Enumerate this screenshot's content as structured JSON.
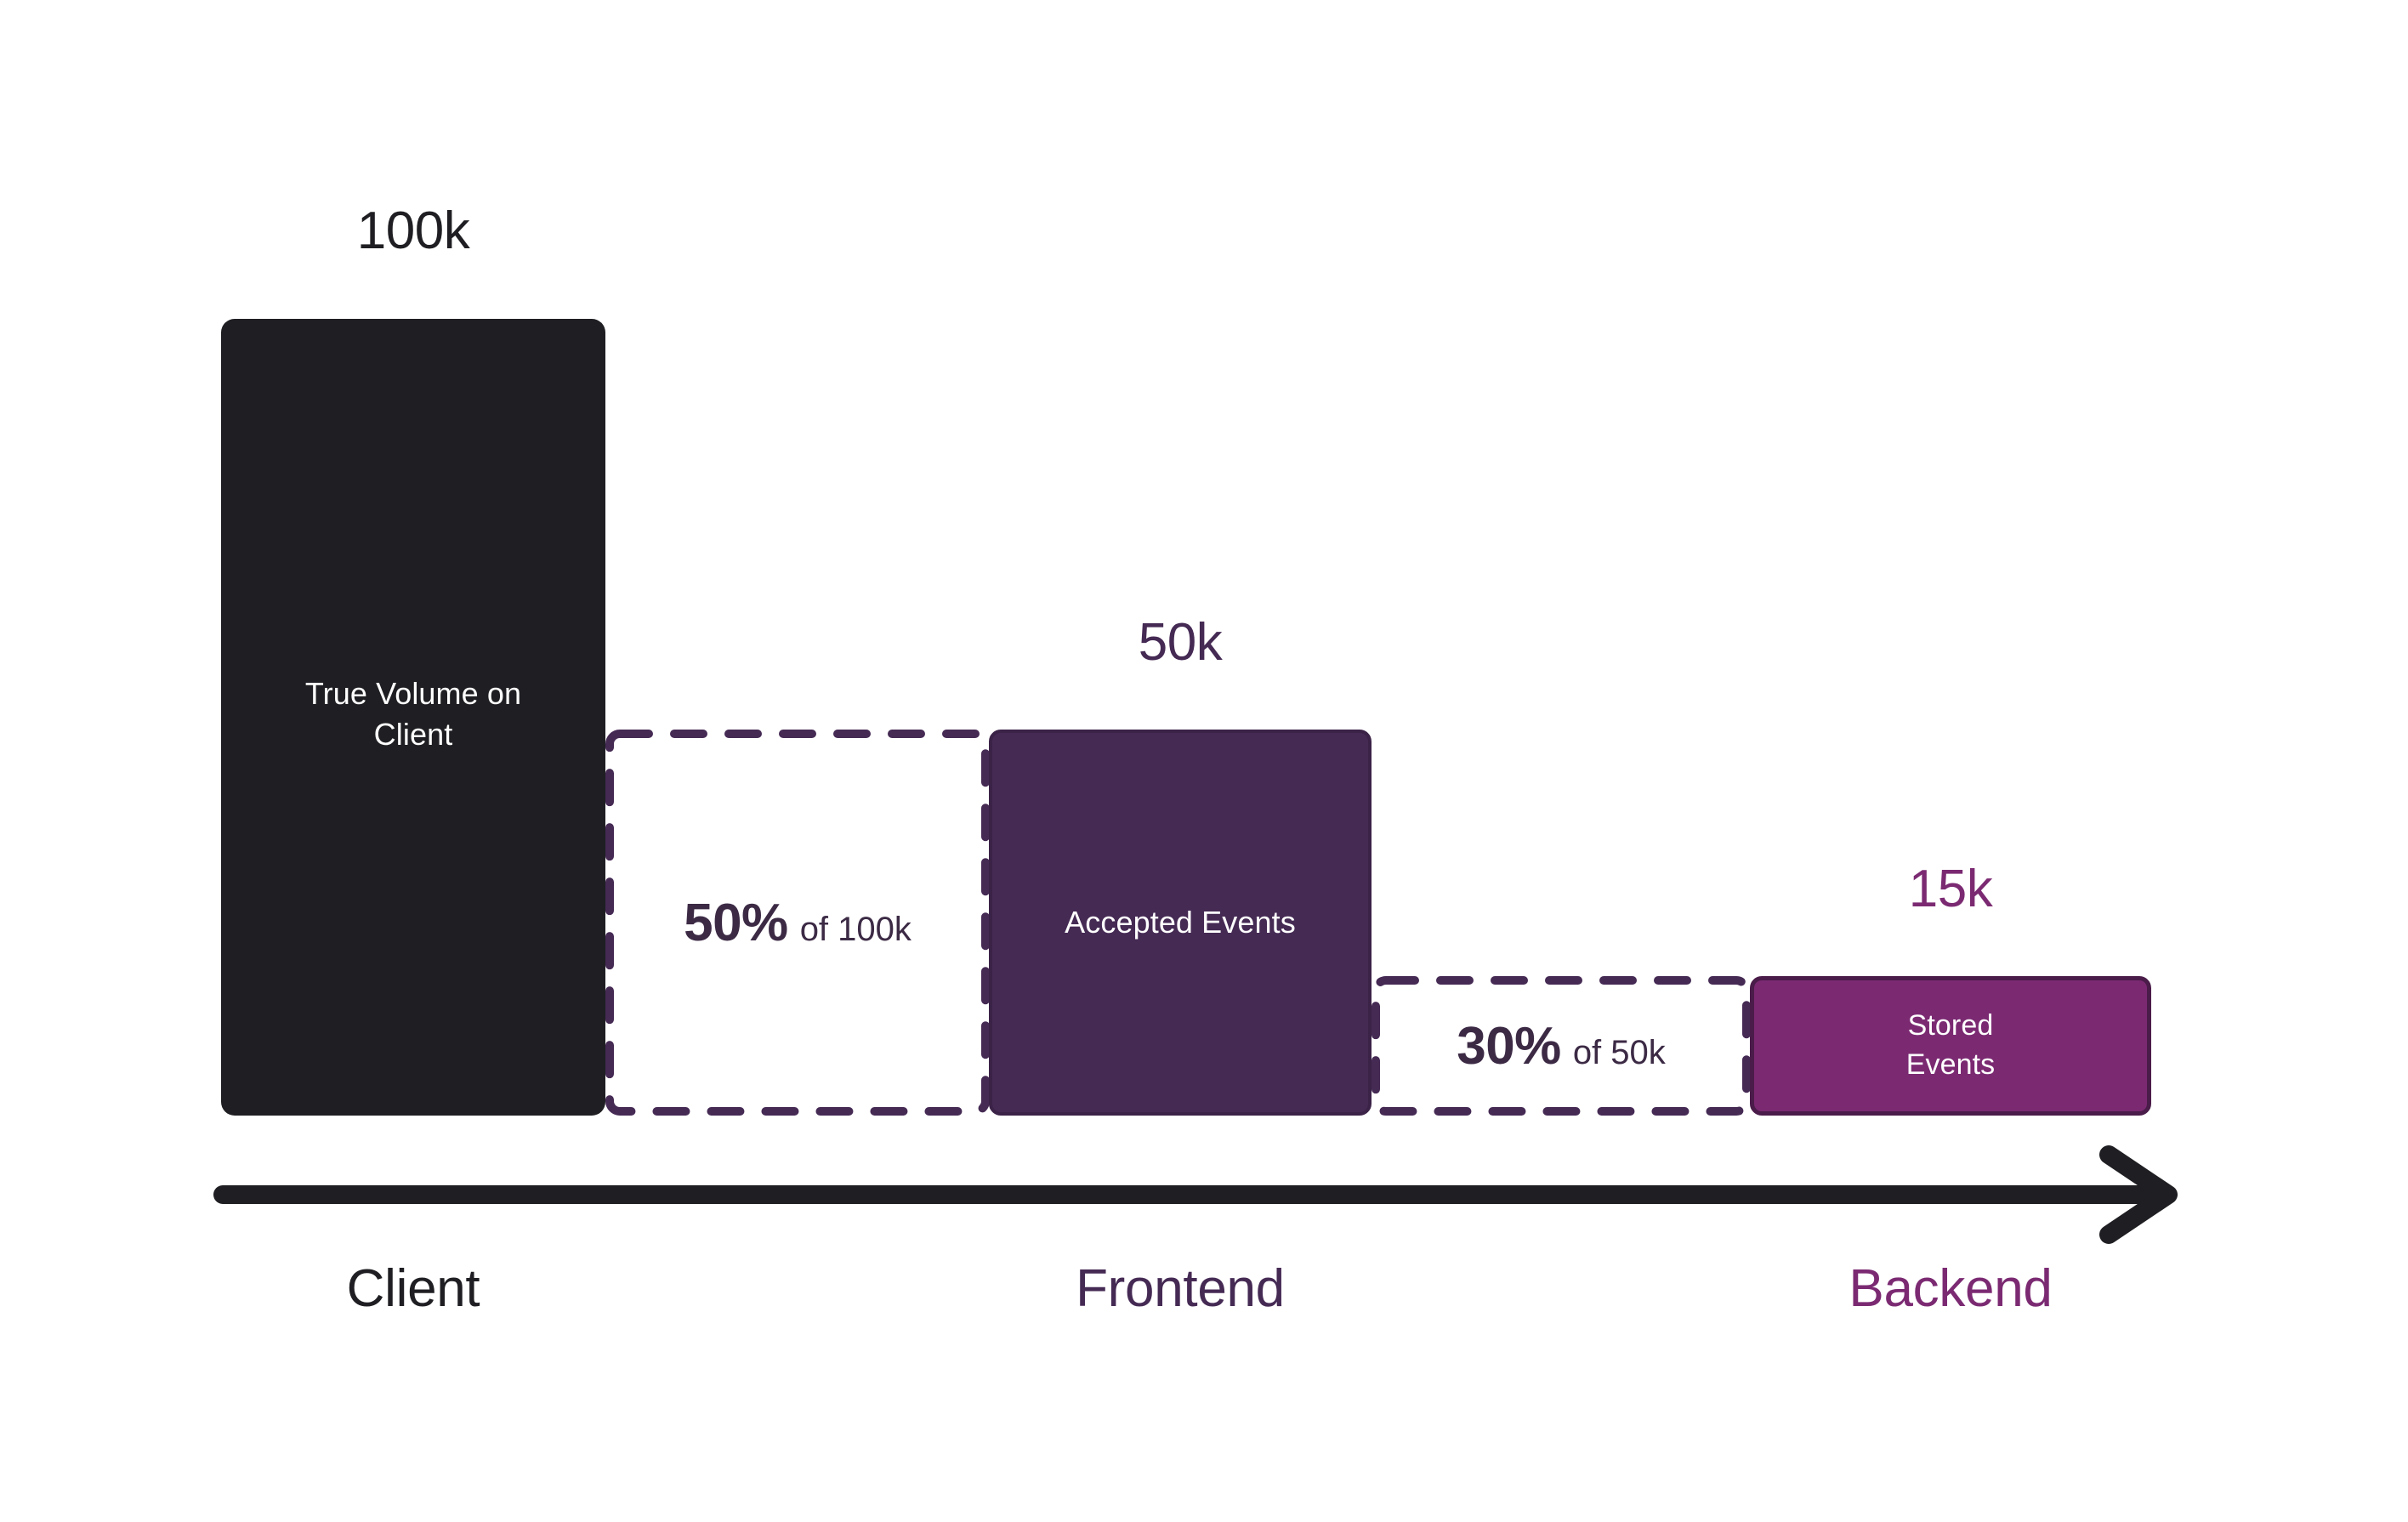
{
  "chart_data": {
    "type": "bar",
    "title": "",
    "subtitle": "",
    "xlabel": "",
    "ylabel": "",
    "grid": false,
    "legend": "none",
    "orientation": "vertical",
    "description": "Funnel showing event volume shrinking across Client, Frontend and Backend stages with drop-off percentages between bars.",
    "categories": [
      "Client",
      "Frontend",
      "Backend"
    ],
    "series": [
      {
        "name": "Event volume",
        "values": [
          100000,
          50000,
          15000
        ],
        "value_labels": [
          "100k",
          "50k",
          "15k"
        ],
        "bar_labels": [
          "True Volume on\nClient",
          "Accepted Events",
          "Stored\nEvents"
        ],
        "colors": [
          "#1F1F23",
          "#452A54",
          "#7B2A72"
        ]
      }
    ],
    "dropoffs": [
      {
        "from": "Client",
        "to": "Frontend",
        "percent": "50%",
        "of_text": "of 100k",
        "base_value": 100000,
        "retained_value": 50000
      },
      {
        "from": "Frontend",
        "to": "Backend",
        "percent": "30%",
        "of_text": "of 50k",
        "base_value": 50000,
        "retained_value": 15000
      }
    ],
    "axis": {
      "type": "arrow",
      "direction": "right",
      "ticks": [
        "Client",
        "Frontend",
        "Backend"
      ]
    }
  },
  "bars": {
    "client": {
      "value_label": "100k",
      "inner_label": "True Volume on\nClient"
    },
    "frontend": {
      "value_label": "50k",
      "inner_label": "Accepted Events"
    },
    "backend": {
      "value_label": "15k",
      "inner_label": "Stored\nEvents"
    }
  },
  "dropoff_boxes": [
    {
      "percent": "50%",
      "of_text": "of 100k"
    },
    {
      "percent": "30%",
      "of_text": "of 50k"
    }
  ],
  "axis_labels": {
    "client": "Client",
    "frontend": "Frontend",
    "backend": "Backend"
  },
  "colors": {
    "client": "#1F1F23",
    "frontend": "#452A54",
    "backend": "#7B2A72",
    "dashed_border": "#452A54",
    "background": "#FFFFFF",
    "bar_text": "#FFFFFF"
  }
}
